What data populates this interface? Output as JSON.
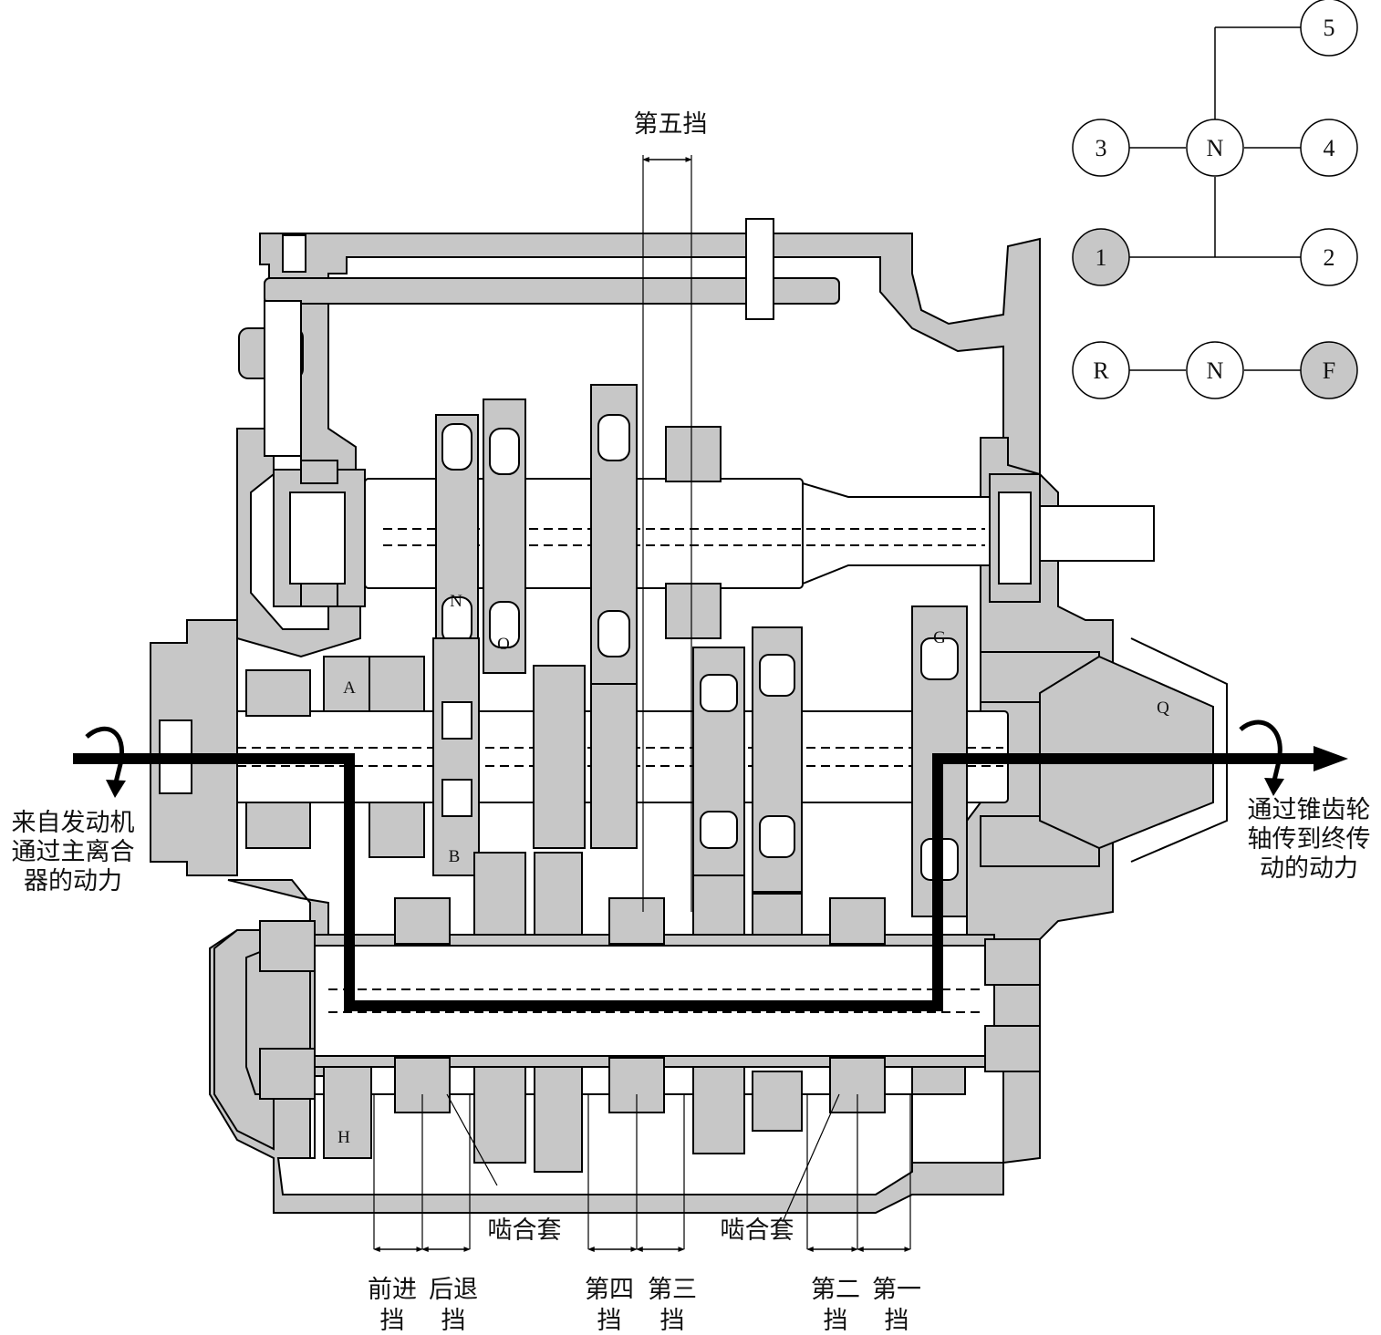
{
  "labels": {
    "fifth_gear": "第五挡",
    "input_line1": "来自发动机",
    "input_line2": "通过主离合",
    "input_line3": "器的动力",
    "output_line1": "通过锥齿轮",
    "output_line2": "轴传到终传",
    "output_line3": "动的动力",
    "sleeve_left": "啮合套",
    "sleeve_right": "啮合套",
    "forward_l1": "前进",
    "forward_l2": "挡",
    "reverse_l1": "后退",
    "reverse_l2": "挡",
    "fourth_l1": "第四",
    "fourth_l2": "挡",
    "third_l1": "第三",
    "third_l2": "挡",
    "second_l1": "第二",
    "second_l2": "挡",
    "first_l1": "第一",
    "first_l2": "挡"
  },
  "part_letters": {
    "A": "A",
    "B": "B",
    "N": "N",
    "O": "O",
    "G": "G",
    "H": "H",
    "Q": "Q"
  },
  "shift_pattern": {
    "node_5": "5",
    "node_3": "3",
    "node_n_top": "N",
    "node_4": "4",
    "node_1": "1",
    "node_2": "2",
    "node_r": "R",
    "node_n_bottom": "N",
    "node_f": "F"
  },
  "colors": {
    "casing_fill": "#c7c7c7",
    "outline": "#000000",
    "power_flow": "#000000",
    "engaged_gear_fill": "#c7c7c7"
  }
}
